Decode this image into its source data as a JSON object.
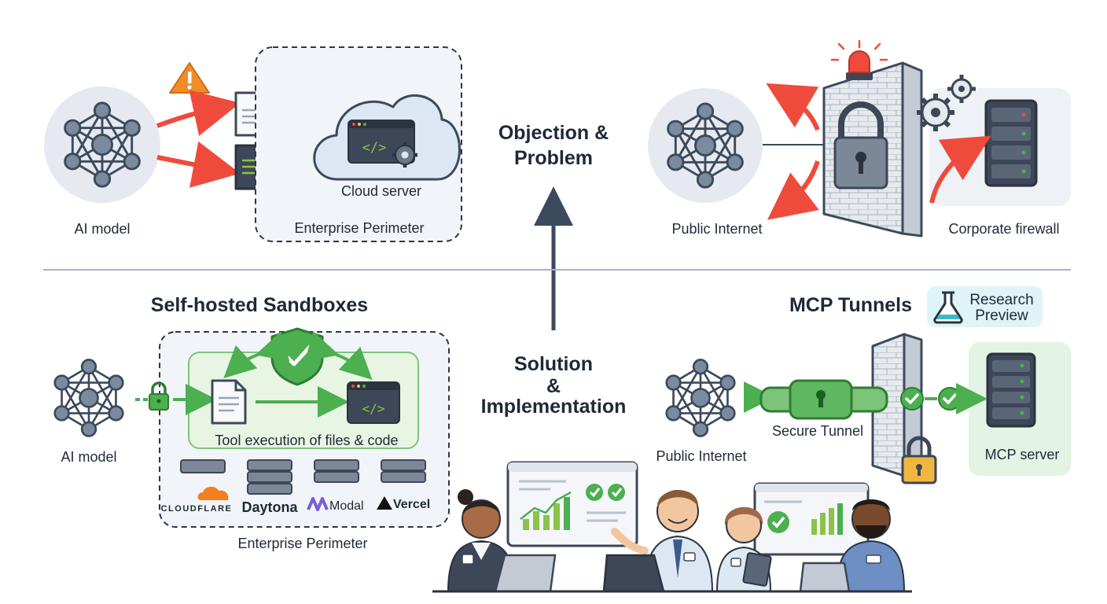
{
  "center": {
    "top_title_line1": "Objection &",
    "top_title_line2": "Problem",
    "bottom_title_line1": "Solution",
    "bottom_title_line2": "&",
    "bottom_title_line3": "Implementation"
  },
  "problem_left": {
    "ai_model_label": "AI model",
    "cloud_server_label": "Cloud server",
    "perimeter_label": "Enterprise Perimeter"
  },
  "problem_right": {
    "public_internet_label": "Public Internet",
    "corporate_firewall_label": "Corporate firewall"
  },
  "sandboxes": {
    "title": "Self-hosted Sandboxes",
    "ai_model_label": "AI model",
    "tool_execution_label": "Tool execution of files & code",
    "perimeter_label": "Enterprise Perimeter",
    "providers": [
      "CLOUDFLARE",
      "Daytona",
      "Modal",
      "Vercel"
    ]
  },
  "tunnels": {
    "title": "MCP Tunnels",
    "badge_line1": "Research",
    "badge_line2": "Preview",
    "public_internet_label": "Public Internet",
    "secure_tunnel_label": "Secure Tunnel",
    "mcp_server_label": "MCP server"
  },
  "colors": {
    "danger": "#ef4b3c",
    "success": "#4caf50",
    "perimeter_bg": "#f1f4f8",
    "sandbox_bg": "#e8f5e3",
    "mcp_bg": "#e3f3e4",
    "badge_bg": "#dff4f7",
    "accent": "#3b4a5c"
  }
}
